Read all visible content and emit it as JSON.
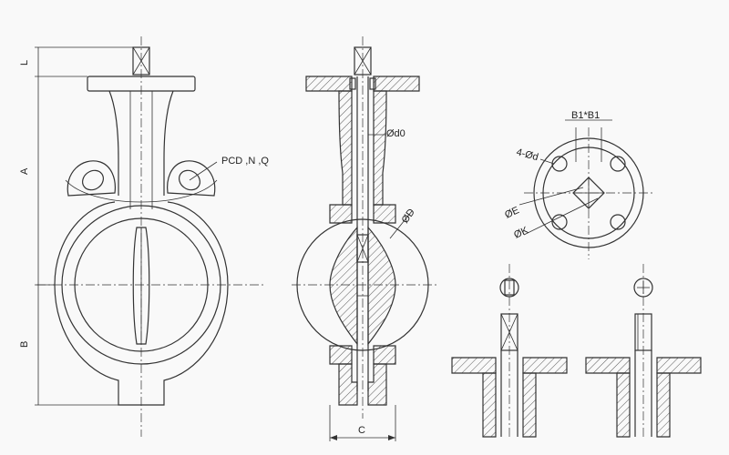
{
  "labels": {
    "L": "L",
    "A": "A",
    "B": "B",
    "C": "C",
    "pcd": "PCD  ,N ,Q",
    "d0": "Ød0",
    "D": "ØD",
    "b1b1": "B1*B1",
    "four_d": "4-Ød",
    "E": "ØE",
    "K": "ØK"
  },
  "icons": {
    "stem_square_symbol": "square-with-square-icon",
    "stem_flat_symbol": "circle-with-plus-icon"
  },
  "colors": {
    "line": "#333333",
    "background": "#f9f9f9"
  }
}
